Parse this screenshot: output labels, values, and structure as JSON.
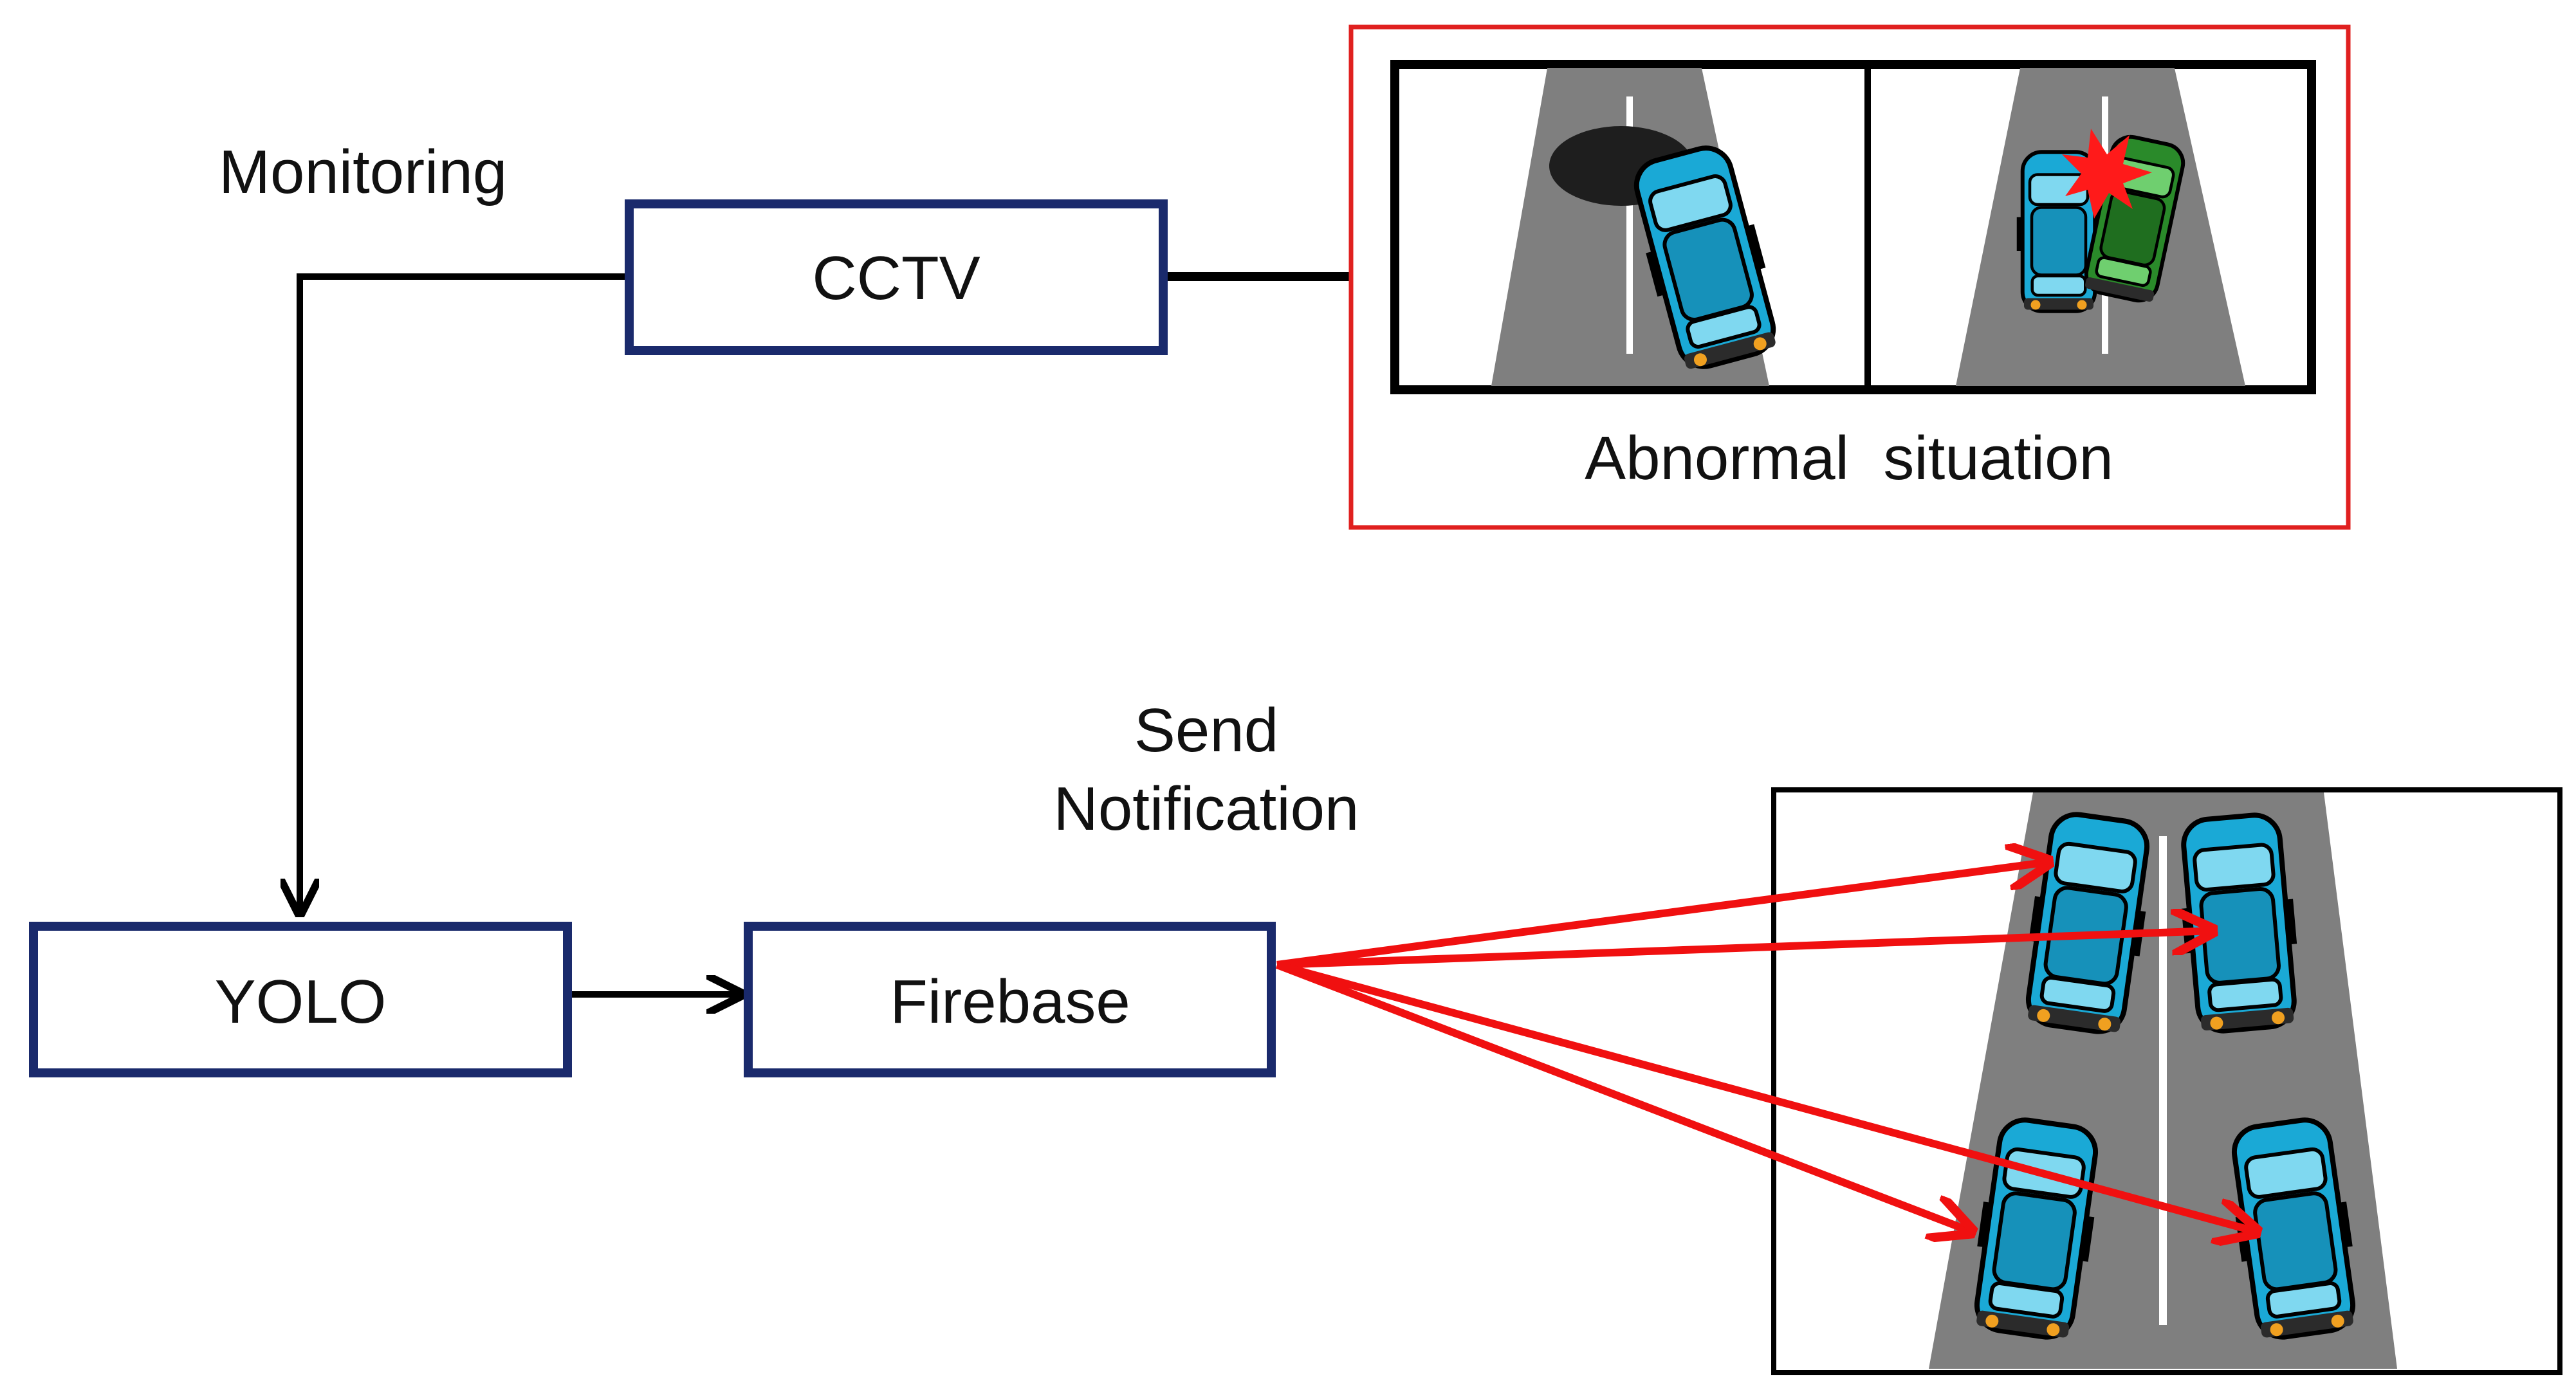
{
  "labels": {
    "monitoring": "Monitoring",
    "send_line1": "Send",
    "send_line2": "Notification"
  },
  "nodes": {
    "cctv": "CCTV",
    "yolo": "YOLO",
    "firebase": "Firebase"
  },
  "abnormal_panel": {
    "caption": "Abnormal  situation",
    "scenes": [
      "pothole-car-icon",
      "car-collision-icon"
    ]
  },
  "road_panel": {
    "icon": "road-with-four-cars-icon"
  },
  "colors": {
    "box_border": "#1a2a6c",
    "alert_border": "#e0201f",
    "arrow_red": "#f01010",
    "car_blue": "#1aa9d6",
    "car_green": "#2a8a2a",
    "road_gray": "#7f7f7f"
  }
}
